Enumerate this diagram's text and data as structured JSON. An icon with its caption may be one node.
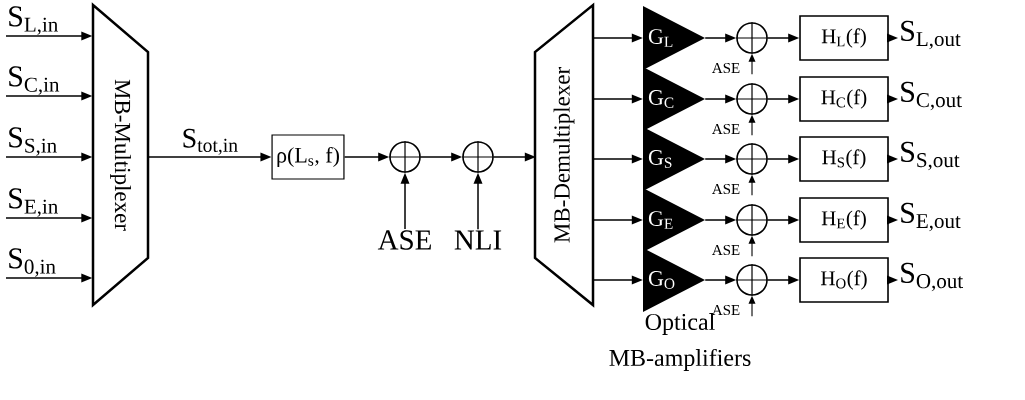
{
  "diagram": {
    "nodes": [
      {
        "text": [
          "S$_{L,in}$"
        ]
      },
      {
        "text": [
          "S$_{C,in}$"
        ]
      },
      {
        "text": [
          "S$_{S,in}$"
        ]
      },
      {
        "text": [
          "S$_{E,in}$"
        ]
      },
      {
        "text": [
          "S$_{0,in}$"
        ]
      },
      {
        "text": [
          "MB-Multiplexer"
        ]
      },
      {
        "text": [
          "ρ(L$_{s}$, f)"
        ]
      },
      {
        "text": [],
        "shape": "circle"
      },
      {
        "text": [
          "ASE"
        ]
      },
      {
        "text": [],
        "shape": "circle"
      },
      {
        "text": [
          "NLI"
        ]
      },
      {
        "text": [
          "MB-Demultiplexer"
        ]
      },
      {
        "text": [
          "G$_{L}$"
        ]
      },
      {
        "text": [],
        "shape": "circle"
      },
      {
        "text": [
          "ASE"
        ]
      },
      {
        "text": [
          "H$_{L}$(f)"
        ]
      },
      {
        "text": [
          "S$_{L,out}$"
        ]
      },
      {
        "text": [
          "G$_{C}$"
        ]
      },
      {
        "text": [],
        "shape": "circle"
      },
      {
        "text": [
          "ASE"
        ]
      },
      {
        "text": [
          "H$_{C}$(f)"
        ]
      },
      {
        "text": [
          "S$_{C,out}$"
        ]
      },
      {
        "text": [
          "G$_{S}$"
        ]
      },
      {
        "text": [],
        "shape": "circle"
      },
      {
        "text": [
          "ASE"
        ]
      },
      {
        "text": [
          "H$_{S}$(f)"
        ]
      },
      {
        "text": [
          "S$_{S,out}$"
        ]
      },
      {
        "text": [
          "G$_{E}$"
        ]
      },
      {
        "text": [],
        "shape": "circle"
      },
      {
        "text": [
          "ASE"
        ]
      },
      {
        "text": [
          "H$_{E}$(f)"
        ]
      },
      {
        "text": [
          "S$_{E,out}$"
        ]
      },
      {
        "text": [
          "G$_{O}$"
        ]
      },
      {
        "text": [],
        "shape": "circle"
      },
      {
        "text": [
          "ASE"
        ]
      },
      {
        "text": [
          "H$_{O}$(f)"
        ]
      },
      {
        "text": [
          "S$_{O,out}$"
        ]
      }
    ],
    "edges": [
      {
        "from": 0,
        "to": 5,
        "arrow": "to"
      },
      {
        "from": 1,
        "to": 5,
        "arrow": "to"
      },
      {
        "from": 2,
        "to": 5,
        "arrow": "to"
      },
      {
        "from": 3,
        "to": 5,
        "arrow": "to"
      },
      {
        "from": 4,
        "to": 5,
        "arrow": "to"
      },
      {
        "from": 5,
        "to": 6,
        "arrow": "to",
        "label": "S$_{tot,in}$"
      },
      {
        "from": 6,
        "to": 7,
        "arrow": "to"
      },
      {
        "from": 8,
        "to": 7,
        "arrow": "to"
      },
      {
        "from": 7,
        "to": 9,
        "arrow": "to"
      },
      {
        "from": 10,
        "to": 9,
        "arrow": "to"
      },
      {
        "from": 9,
        "to": 11,
        "arrow": "to"
      },
      {
        "from": 11,
        "to": 12,
        "arrow": "to"
      },
      {
        "from": 12,
        "to": 13,
        "arrow": "to"
      },
      {
        "from": 14,
        "to": 13,
        "arrow": "to"
      },
      {
        "from": 13,
        "to": 15,
        "arrow": "to"
      },
      {
        "from": 15,
        "to": 16,
        "arrow": "to"
      },
      {
        "from": 11,
        "to": 17,
        "arrow": "to"
      },
      {
        "from": 17,
        "to": 18,
        "arrow": "to"
      },
      {
        "from": 19,
        "to": 18,
        "arrow": "to"
      },
      {
        "from": 18,
        "to": 20,
        "arrow": "to"
      },
      {
        "from": 20,
        "to": 21,
        "arrow": "to"
      },
      {
        "from": 11,
        "to": 22,
        "arrow": "to"
      },
      {
        "from": 22,
        "to": 23,
        "arrow": "to"
      },
      {
        "from": 24,
        "to": 23,
        "arrow": "to"
      },
      {
        "from": 23,
        "to": 25,
        "arrow": "to"
      },
      {
        "from": 25,
        "to": 26,
        "arrow": "to"
      },
      {
        "from": 11,
        "to": 27,
        "arrow": "to"
      },
      {
        "from": 27,
        "to": 28,
        "arrow": "to"
      },
      {
        "from": 29,
        "to": 28,
        "arrow": "to"
      },
      {
        "from": 28,
        "to": 30,
        "arrow": "to"
      },
      {
        "from": 30,
        "to": 31,
        "arrow": "to"
      },
      {
        "from": 11,
        "to": 32,
        "arrow": "to"
      },
      {
        "from": 32,
        "to": 33,
        "arrow": "to"
      },
      {
        "from": 34,
        "to": 33,
        "arrow": "to"
      },
      {
        "from": 33,
        "to": 35,
        "arrow": "to"
      },
      {
        "from": 35,
        "to": 36,
        "arrow": "to"
      }
    ],
    "labels": [
      "Optical MB-amplifiers"
    ]
  }
}
